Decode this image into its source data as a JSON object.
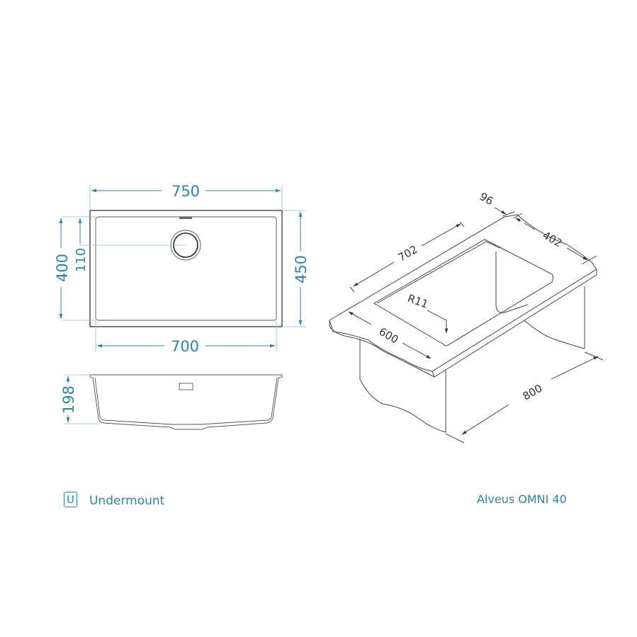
{
  "product": {
    "name": "Alveus OMNI 40",
    "mount_badge": "U",
    "mount_type": "Undermount"
  },
  "colors": {
    "dimension": "#2a86b0",
    "outline": "#333333"
  },
  "top_view": {
    "dims": {
      "outer_width": "750",
      "inner_width": "700",
      "outer_depth": "450",
      "inner_depth": "400",
      "drain_offset": "110"
    }
  },
  "side_view": {
    "dims": {
      "height": "198"
    }
  },
  "iso_view": {
    "dims": {
      "cutout_length": "702",
      "back_offset": "96",
      "cutout_depth": "402",
      "counter_depth": "600",
      "cabinet_width": "800",
      "corner_radius": "R11"
    }
  }
}
